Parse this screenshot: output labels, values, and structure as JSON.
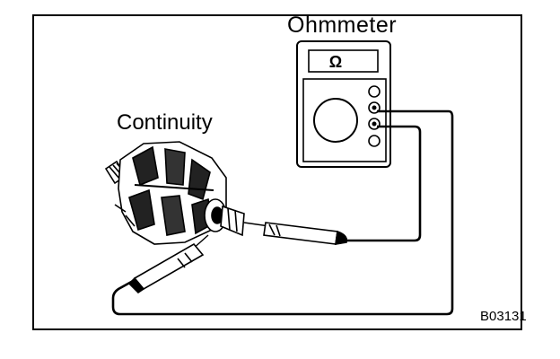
{
  "figure": {
    "meter_label": "Ohmmeter",
    "meter_display_symbol": "Ω",
    "part_label": "Continuity",
    "figure_code": "B03131"
  },
  "icons": [
    "ohmmeter-icon",
    "rotor-icon",
    "test-probe-icon"
  ],
  "colors": {
    "ink": "#000000",
    "background": "#ffffff"
  }
}
